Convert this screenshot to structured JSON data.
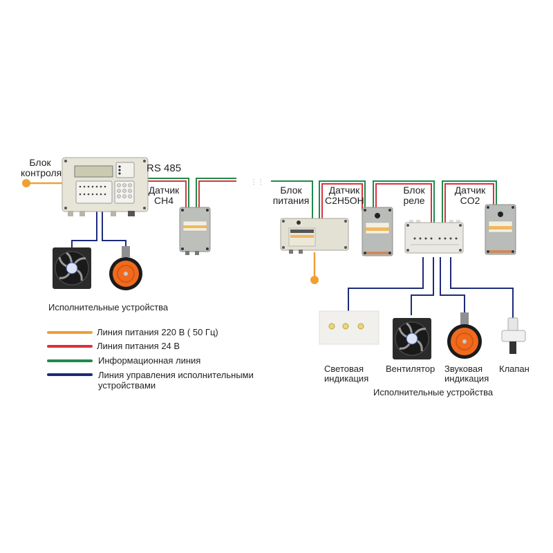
{
  "diagram": {
    "left_system": {
      "control_unit_label_line1": "Блок",
      "control_unit_label_line2": "контроля",
      "bus_label": "RS 485",
      "sensor_ch4_label_line1": "Датчик",
      "sensor_ch4_label_line2": "CH4",
      "actuators_caption": "Исполнительные устройства"
    },
    "right_system": {
      "power_unit_label_line1": "Блок",
      "power_unit_label_line2": "питания",
      "sensor_c2h5oh_label_line1": "Датчик",
      "sensor_c2h5oh_label_line2": "C2H5OH",
      "relay_unit_label_line1": "Блок",
      "relay_unit_label_line2": "реле",
      "sensor_co2_label_line1": "Датчик",
      "sensor_co2_label_line2": "CO2",
      "devices": [
        {
          "name_line1": "Световая",
          "name_line2": "индикация",
          "icon": "indicator-panel-icon"
        },
        {
          "name_line1": "Вентилятор",
          "name_line2": "",
          "icon": "fan-icon"
        },
        {
          "name_line1": "Звуковая",
          "name_line2": "индикация",
          "icon": "siren-icon"
        },
        {
          "name_line1": "Клапан",
          "name_line2": "",
          "icon": "valve-icon"
        }
      ],
      "actuators_caption": "Исполнительные устройства"
    },
    "continuation_marker": "::"
  },
  "legend": [
    {
      "label": "Линия питания 220 В  ( 50 Гц)",
      "color": "#f0a030"
    },
    {
      "label": "Линия питания 24 В",
      "color": "#d8323c"
    },
    {
      "label": "Информационная линия",
      "color": "#1e8a4a"
    },
    {
      "label_line1": "Линия управления исполнительными",
      "label_line2": "устройствами",
      "color": "#1c2a7a"
    }
  ],
  "colors": {
    "power_220": "#f0a030",
    "power_24": "#d8323c",
    "info": "#1e8a4a",
    "control": "#1c2a7a",
    "device_body": "#e8e6dc",
    "sensor_body": "#b9bcb8",
    "siren_orange": "#f06a1e"
  }
}
